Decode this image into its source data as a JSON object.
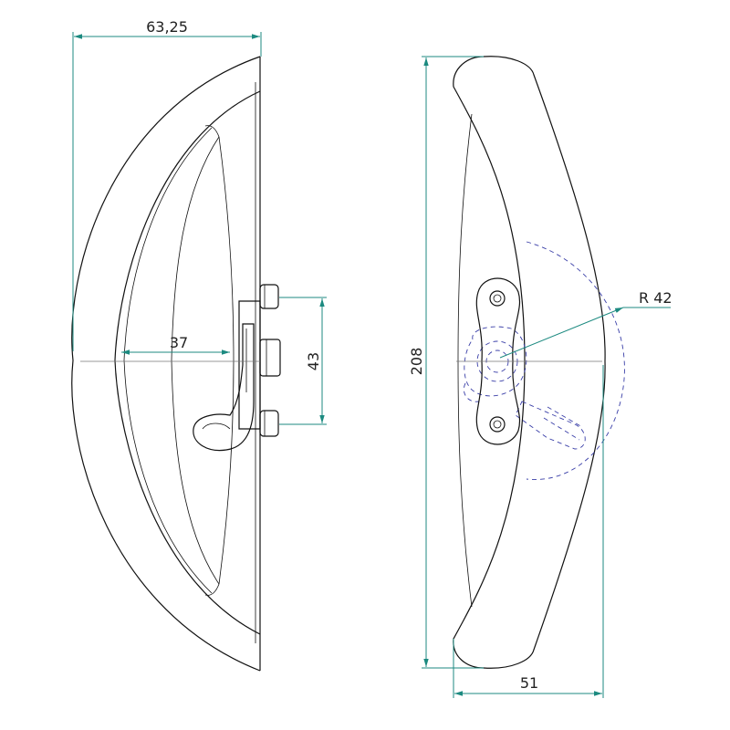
{
  "dimensions": {
    "overall_depth": "63,25",
    "rose_offset": "37",
    "bolt_spacing": "43",
    "handle_length": "208",
    "handle_width": "51",
    "radius": "R 42"
  },
  "colors": {
    "outline": "#111111",
    "dimension_line": "#1c8a80",
    "hidden_detail": "#3a3fa8",
    "center_line": "#777777"
  }
}
